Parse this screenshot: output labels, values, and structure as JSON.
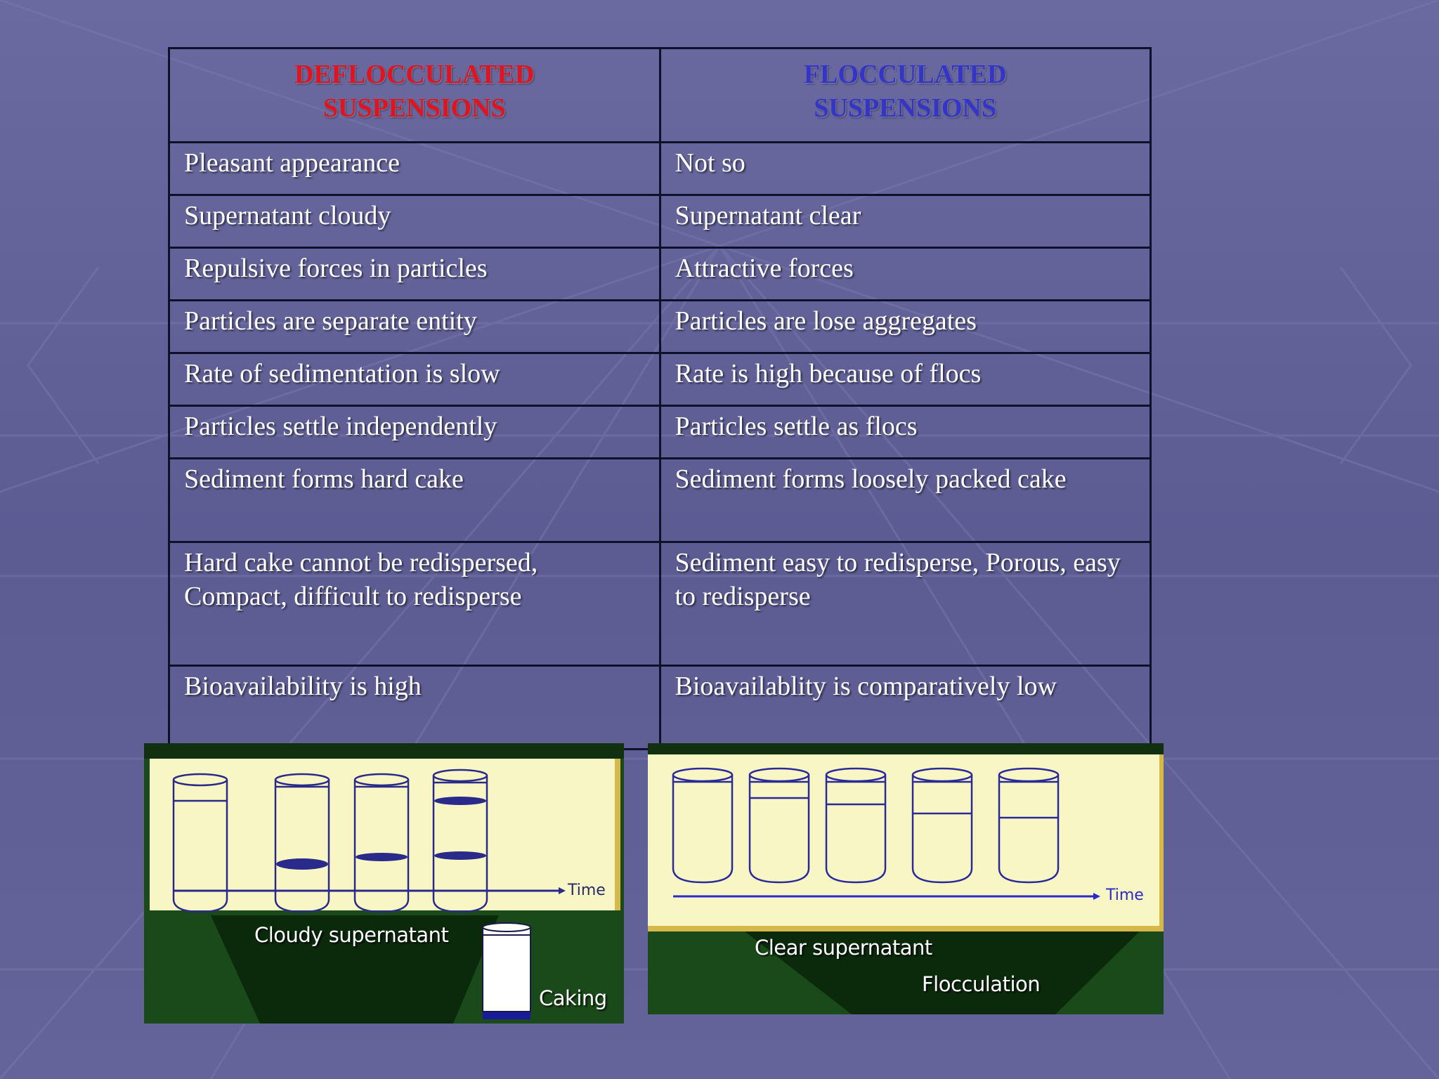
{
  "table": {
    "header": {
      "left": [
        "DEFLOCCULATED",
        "SUSPENSIONS"
      ],
      "right": [
        "FLOCCULATED",
        "SUSPENSIONS"
      ]
    },
    "rows": [
      {
        "left": [
          "Pleasant appearance"
        ],
        "right": [
          "Not so"
        ]
      },
      {
        "left": [
          "Supernatant cloudy"
        ],
        "right": [
          "Supernatant clear"
        ]
      },
      {
        "left": [
          "Repulsive forces in particles"
        ],
        "right": [
          "Attractive forces"
        ]
      },
      {
        "left": [
          "Particles are separate entity"
        ],
        "right": [
          "Particles are lose aggregates"
        ]
      },
      {
        "left": [
          "Rate of sedimentation is slow"
        ],
        "right": [
          "Rate is high because of flocs"
        ]
      },
      {
        "left": [
          "Particles settle independently"
        ],
        "right": [
          "Particles settle as flocs"
        ]
      },
      {
        "left": [
          "Sediment forms hard cake"
        ],
        "right": [
          "Sediment forms loosely packed cake"
        ]
      },
      {
        "left": [
          "Hard cake cannot be redispersed,",
          "Compact, difficult to redisperse"
        ],
        "right": [
          "Sediment easy to redisperse, Porous, easy",
          "to redisperse"
        ]
      },
      {
        "left": [
          "Bioavailability is high"
        ],
        "right": [
          "Bioavailablity is comparatively low"
        ]
      }
    ],
    "colors": {
      "deflocculated_header": "#e0141e",
      "flocculated_header": "#3434c8"
    }
  },
  "diagram_left": {
    "time_label": "Time",
    "caption": "Cloudy supernatant",
    "end_label": "Caking"
  },
  "diagram_right": {
    "time_label": "Time",
    "caption": "Clear supernatant",
    "end_label": "Flocculation"
  }
}
